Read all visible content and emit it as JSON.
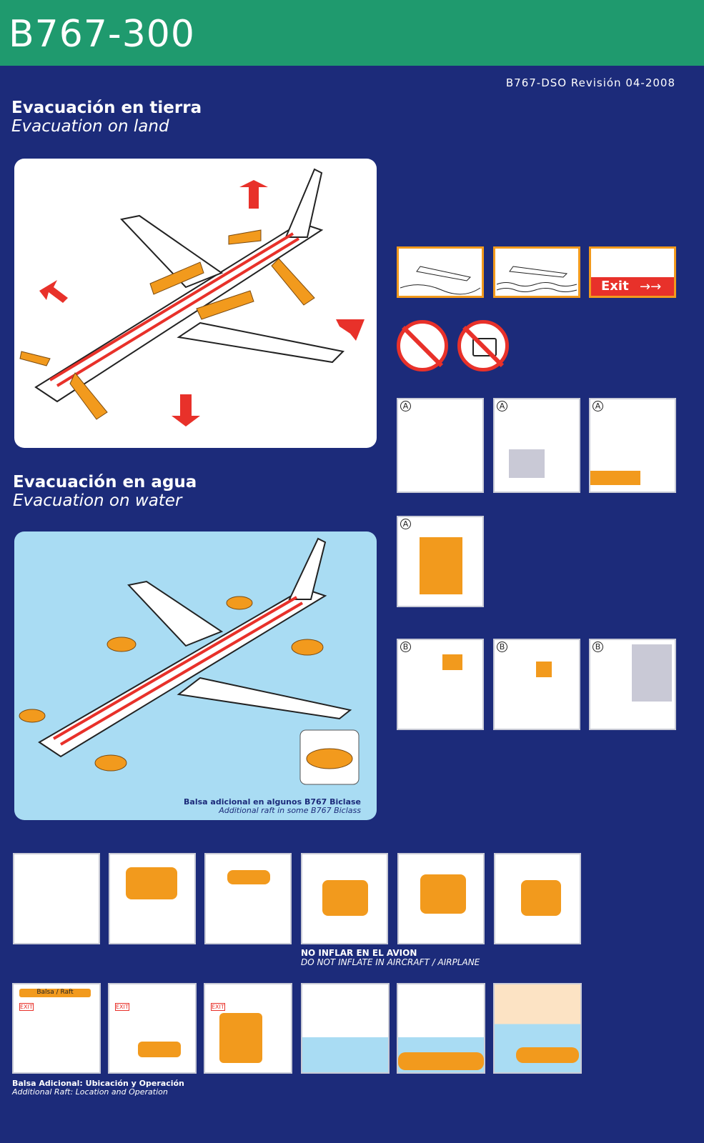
{
  "header": {
    "title": "B767-300",
    "revision": "B767-DSO Revisión 04-2008",
    "color": "#1f9a6e"
  },
  "land": {
    "title_es": "Evacuación en tierra",
    "title_en": "Evacuation on land"
  },
  "water": {
    "title_es": "Evacuación en agua",
    "title_en": "Evacuation on water",
    "raft_note_es": "Balsa adicional en algunos B767 Biclase",
    "raft_note_en": "Additional raft in some B767 Biclass"
  },
  "exit_sign": {
    "label": "Exit"
  },
  "door_labels": {
    "a": "A",
    "b": "B"
  },
  "vest": {
    "warning_es": "NO INFLAR EN EL AVION",
    "warning_en": "DO NOT INFLATE IN AIRCRAFT / AIRPLANE"
  },
  "raft": {
    "sign": "Balsa / Raft",
    "exit": "EXIT",
    "caption_es": "Balsa Adicional: Ubicación y Operación",
    "caption_en": "Additional Raft: Location and Operation"
  },
  "colors": {
    "background": "#1c2b7a",
    "accent": "#f29a1d",
    "arrow": "#e8312a",
    "water": "#a9dcf3"
  }
}
